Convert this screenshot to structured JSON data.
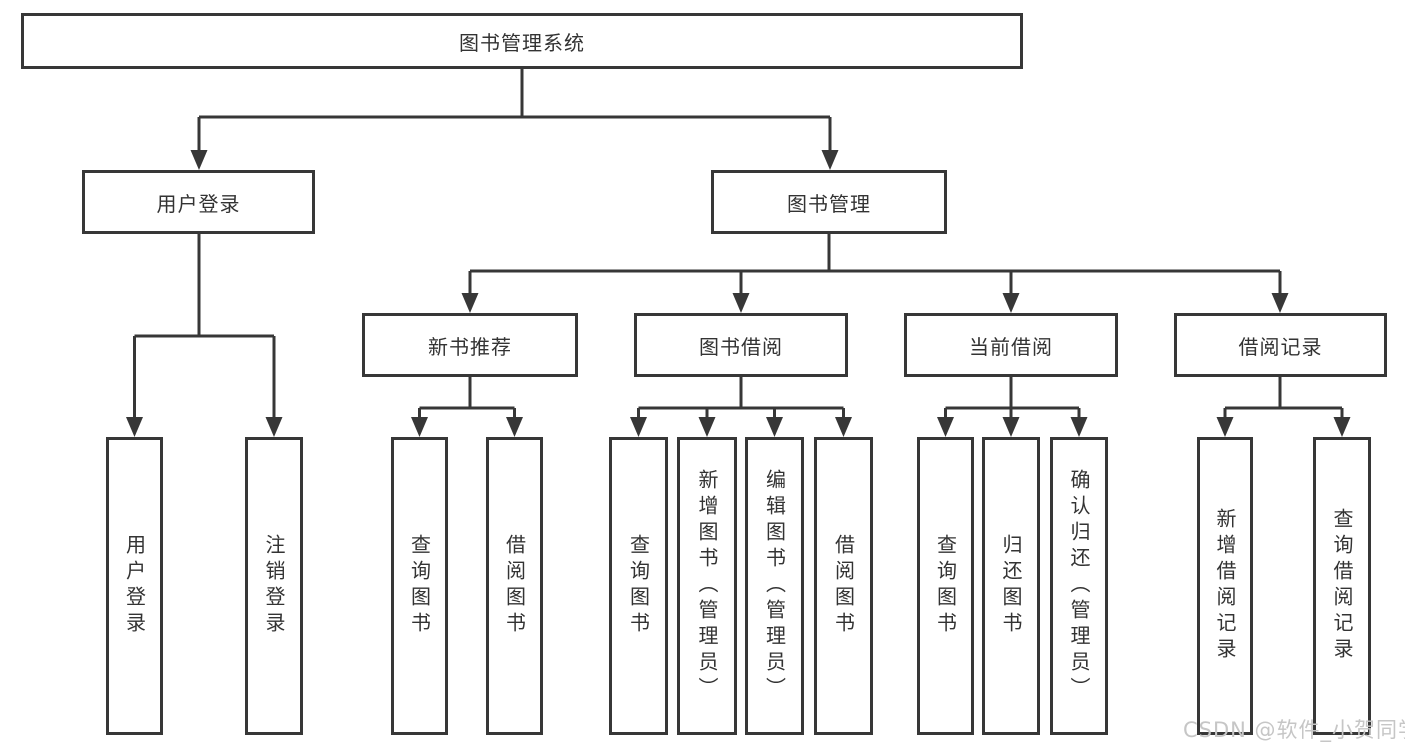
{
  "title": "图书管理系统",
  "tree": {
    "label": "图书管理系统",
    "children": [
      {
        "label": "用户登录",
        "children": [
          {
            "label": "用户登录"
          },
          {
            "label": "注销登录"
          }
        ]
      },
      {
        "label": "图书管理",
        "children": [
          {
            "label": "新书推荐",
            "children": [
              {
                "label": "查询图书"
              },
              {
                "label": "借阅图书"
              }
            ]
          },
          {
            "label": "图书借阅",
            "children": [
              {
                "label": "查询图书"
              },
              {
                "label": "新增图书（管理员）"
              },
              {
                "label": "编辑图书（管理员）"
              },
              {
                "label": "借阅图书"
              }
            ]
          },
          {
            "label": "当前借阅",
            "children": [
              {
                "label": "查询图书"
              },
              {
                "label": "归还图书"
              },
              {
                "label": "确认归还（管理员）"
              }
            ]
          },
          {
            "label": "借阅记录",
            "children": [
              {
                "label": "新增借阅记录"
              },
              {
                "label": "查询借阅记录"
              }
            ]
          }
        ]
      }
    ]
  },
  "watermark": "CSDN @软件_小贺同学",
  "colors": {
    "line": "#373737",
    "box_border": "#373737",
    "text": "#333333",
    "background": "#ffffff",
    "watermark": "#c6c6c6"
  }
}
